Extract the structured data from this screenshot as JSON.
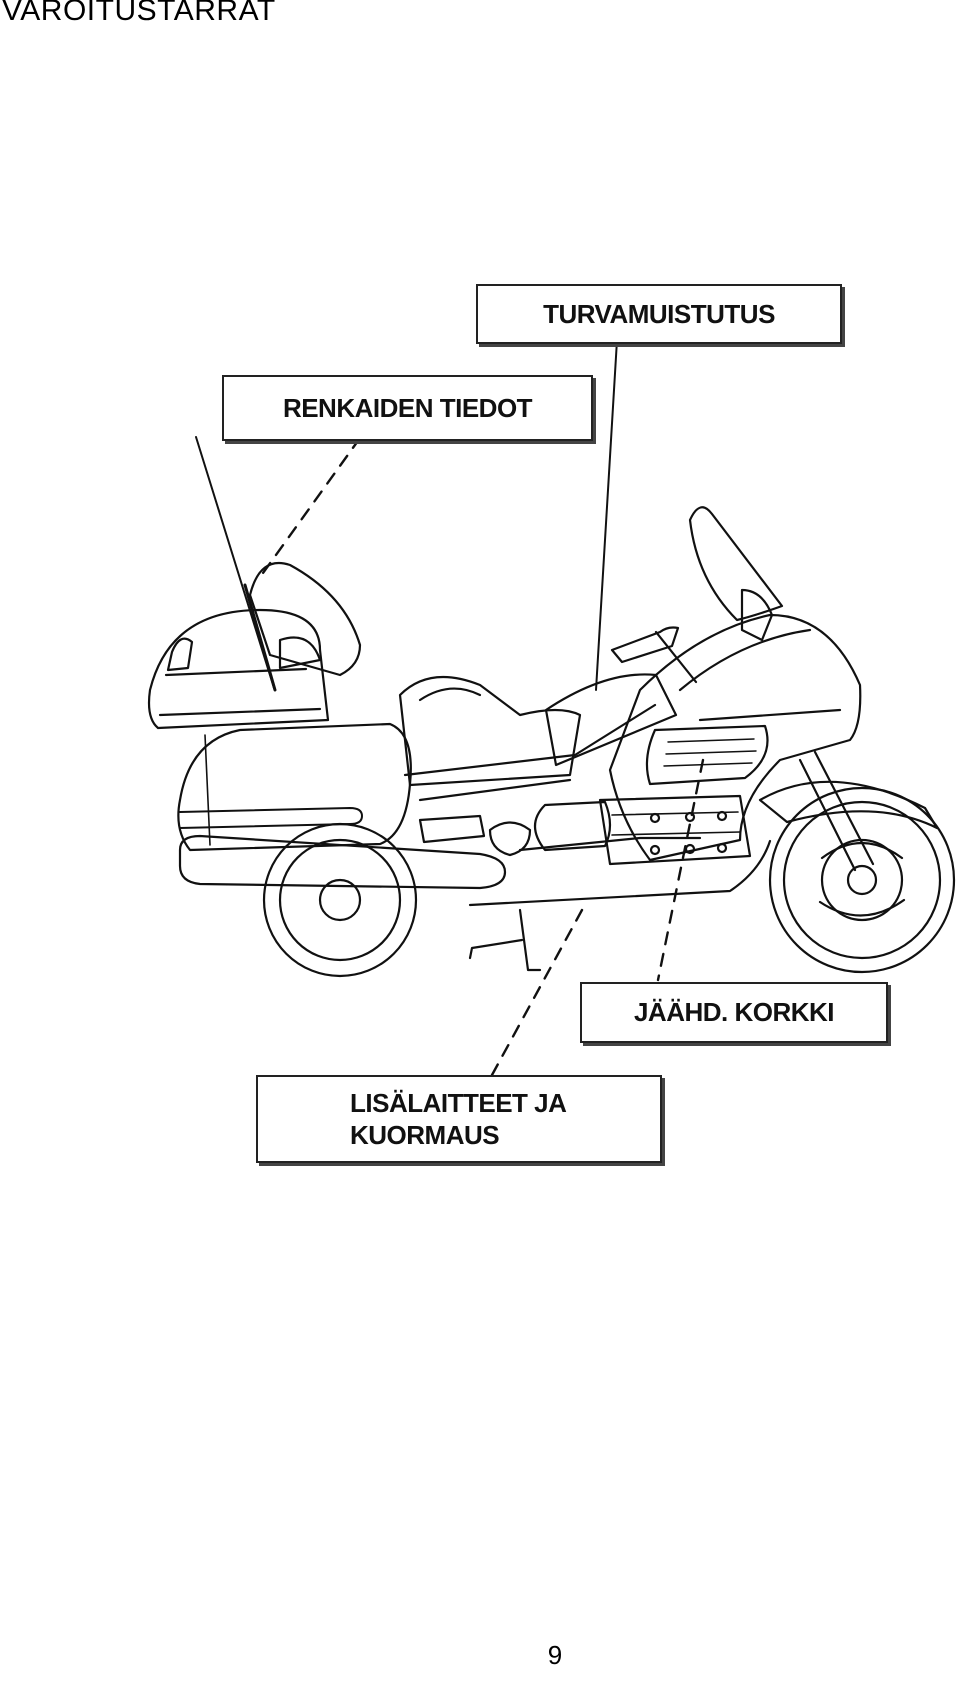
{
  "header": {
    "title": "VAROITUSTARRAT"
  },
  "figure": {
    "labels": {
      "safety_reminder": "TURVAMUISTUTUS",
      "tire_info": "RENKAIDEN TIEDOT",
      "radiator_cap": "JÄÄHD. KORKKI",
      "accessories_line1": "LISÄLAITTEET JA",
      "accessories_line2": "KUORMAUS"
    }
  },
  "footer": {
    "page_number": "9"
  }
}
